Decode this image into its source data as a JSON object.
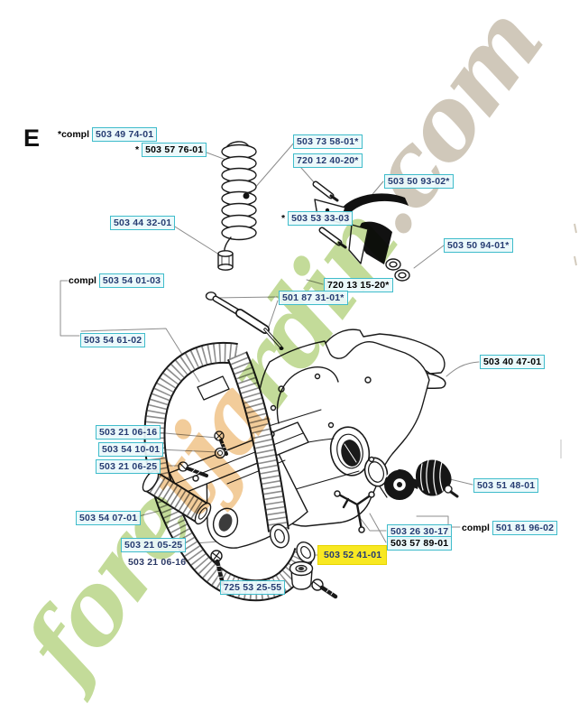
{
  "figure": {
    "letter": "E"
  },
  "watermark": {
    "part_green_1": "fore",
    "part_orange": "tja",
    "part_green_2": "rdin",
    "part_suffix": ".com",
    "color_green": "#b6d383",
    "color_orange": "#f0c184",
    "color_suffix": "#c6bcab"
  },
  "colors": {
    "label_box_border": "#3fbccb",
    "label_box_bg": "#e9f9fb",
    "label_text": "#263c72",
    "label_text_bold": "#000000",
    "highlight_bg": "#f8e822",
    "leader_line": "#8c8c8c",
    "line_art": "#1a1a1a"
  },
  "labels": [
    {
      "id": "compl-503-49-74-01",
      "prefix": "*compl",
      "text": "503 49 74-01",
      "style": "boxed"
    },
    {
      "id": "503-57-76-01",
      "prefix": "*",
      "text": "503 57 76-01",
      "style": "boxed-bold"
    },
    {
      "id": "503-73-58-01",
      "prefix": "",
      "text": "503 73 58-01*",
      "style": "boxed"
    },
    {
      "id": "720-12-40-20",
      "prefix": "",
      "text": "720 12 40-20*",
      "style": "boxed"
    },
    {
      "id": "503-50-93-02",
      "prefix": "",
      "text": "503 50 93-02*",
      "style": "boxed"
    },
    {
      "id": "503-53-33-03",
      "prefix": "*",
      "text": "503 53 33-03",
      "style": "boxed"
    },
    {
      "id": "503-50-94-01",
      "prefix": "",
      "text": "503 50 94-01*",
      "style": "boxed"
    },
    {
      "id": "503-44-32-01",
      "prefix": "",
      "text": "503 44 32-01",
      "style": "boxed"
    },
    {
      "id": "720-13-15-20",
      "prefix": "",
      "text": "720 13 15-20*",
      "style": "boxed-bold"
    },
    {
      "id": "501-87-31-01",
      "prefix": "",
      "text": "501 87 31-01*",
      "style": "boxed"
    },
    {
      "id": "compl-503-54-01-03",
      "prefix": "compl",
      "text": "503 54 01-03",
      "style": "boxed"
    },
    {
      "id": "503-54-61-02",
      "prefix": "",
      "text": "503 54 61-02",
      "style": "boxed"
    },
    {
      "id": "503-40-47-01",
      "prefix": "",
      "text": "503 40 47-01",
      "style": "boxed-bold"
    },
    {
      "id": "503-21-06-16-upper",
      "prefix": "",
      "text": "503 21 06-16",
      "style": "boxed"
    },
    {
      "id": "503-54-10-01",
      "prefix": "",
      "text": "503 54 10-01",
      "style": "boxed"
    },
    {
      "id": "503-21-06-25",
      "prefix": "",
      "text": "503 21 06-25",
      "style": "boxed"
    },
    {
      "id": "503-54-07-01",
      "prefix": "",
      "text": "503 54 07-01",
      "style": "boxed"
    },
    {
      "id": "503-21-05-25",
      "prefix": "",
      "text": "503 21 05-25",
      "style": "boxed"
    },
    {
      "id": "503-21-06-16-lower",
      "prefix": "",
      "text": "503 21 06-16",
      "style": "plain"
    },
    {
      "id": "725-53-25-55",
      "prefix": "",
      "text": "725 53 25-55",
      "style": "boxed"
    },
    {
      "id": "503-52-41-01",
      "prefix": "",
      "text": "503 52 41-01",
      "style": "highlight"
    },
    {
      "id": "503-26-30-17",
      "prefix": "",
      "text": "503 26 30-17",
      "style": "boxed"
    },
    {
      "id": "503-57-89-01",
      "prefix": "",
      "text": "503 57 89-01",
      "style": "boxed-bold"
    },
    {
      "id": "compl-501-81-96-02",
      "prefix": "compl",
      "text": "501 81 96-02",
      "style": "boxed"
    },
    {
      "id": "503-51-48-01",
      "prefix": "",
      "text": "503 51 48-01",
      "style": "boxed"
    }
  ]
}
